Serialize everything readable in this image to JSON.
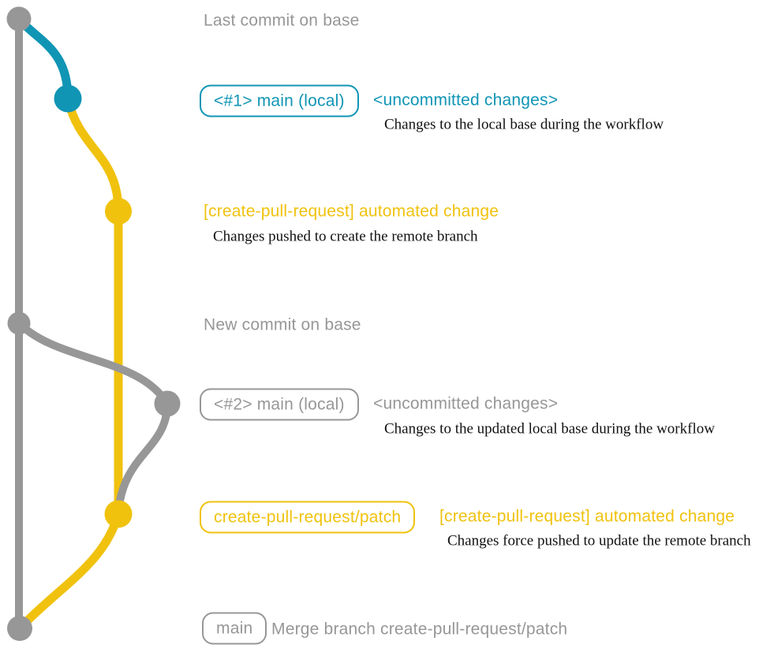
{
  "colors": {
    "gray": "#979797",
    "blue": "#1095b5",
    "yellow": "#f0c20e",
    "desc": "#111111"
  },
  "diagram": {
    "annotations": {
      "last_commit_on_base": "Last commit on base",
      "new_commit_on_base": "New commit on base"
    },
    "row1": {
      "branch_badge": "<#1> main (local)",
      "status": "<uncommitted changes>",
      "description": "Changes to the local base during the workflow"
    },
    "row2": {
      "commit_message": "[create-pull-request] automated change",
      "description": "Changes pushed to create the remote branch"
    },
    "row3": {
      "branch_badge": "<#2> main (local)",
      "status": "<uncommitted changes>",
      "description": "Changes to the updated local base during the workflow"
    },
    "row4": {
      "branch_badge": "create-pull-request/patch",
      "commit_message": "[create-pull-request] automated change",
      "description": "Changes force pushed to update the remote branch"
    },
    "row5": {
      "branch_badge": "main",
      "commit_message": "Merge branch create-pull-request/patch"
    }
  }
}
